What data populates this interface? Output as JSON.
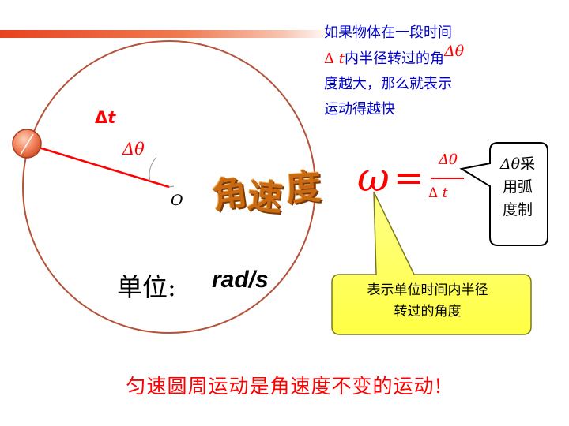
{
  "description": {
    "line1": "如果物体在一段时间",
    "line2_delta": "Δ",
    "line2_t": "t",
    "line2_rest": "内半径转过的角",
    "line2_symbol": "Δθ",
    "line3": "度越大，那么就表示",
    "line4": "运动得越快"
  },
  "diagram": {
    "dt_delta": "Δ",
    "dt_t": "t",
    "angle_label": "Δθ",
    "center_label": "O"
  },
  "title_art": {
    "char1": "角",
    "char2": "速",
    "char3": "度"
  },
  "unit": {
    "label": "单位:",
    "value": "rad/s"
  },
  "formula": {
    "lhs": "ω",
    "equals": "=",
    "numerator": "Δθ",
    "denominator_delta": "Δ",
    "denominator_t": "t"
  },
  "side_note": {
    "symbol": "Δθ",
    "line1": "采",
    "line2": "用弧",
    "line3": "度制"
  },
  "callout": {
    "line1": "表示单位时间内半径",
    "line2": "转过的角度"
  },
  "conclusion": "匀速圆周运动是角速度不变的运动!",
  "colors": {
    "accent_red": "#ff0000",
    "blue_text": "#0000cc",
    "callout_fill": "#ffff66",
    "circle_stroke": "#b5523a"
  }
}
